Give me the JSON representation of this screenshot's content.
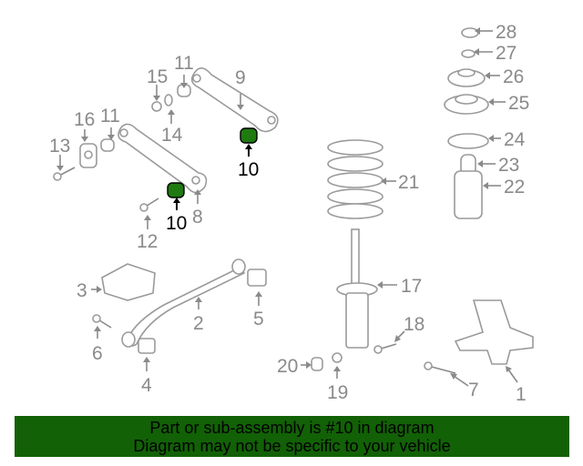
{
  "labels": {
    "p1": "1",
    "p2": "2",
    "p3": "3",
    "p4": "4",
    "p5": "5",
    "p6": "6",
    "p7": "7",
    "p8": "8",
    "p9": "9",
    "p10a": "10",
    "p10b": "10",
    "p11a": "11",
    "p11b": "11",
    "p12": "12",
    "p13": "13",
    "p14": "14",
    "p15": "15",
    "p16": "16",
    "p17": "17",
    "p18": "18",
    "p19": "19",
    "p20": "20",
    "p21": "21",
    "p22": "22",
    "p23": "23",
    "p24": "24",
    "p25": "25",
    "p26": "26",
    "p27": "27",
    "p28": "28"
  },
  "highlight_color": "#1f7a10",
  "banner": {
    "background": "#126106",
    "line1": "Part or sub-assembly is #10 in diagram",
    "line2": "Diagram may not be specific to your vehicle"
  }
}
